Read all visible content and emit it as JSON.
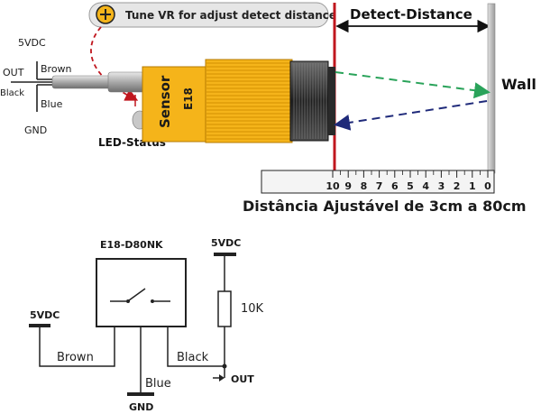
{
  "top": {
    "tune_label": "Tune VR for adjust detect distance",
    "detect_distance_label": "Detect-Distance",
    "wall_label": "Wall",
    "sensor_label": "Sensor",
    "model_short": "E18",
    "led_status_label": "LED-Status",
    "wires": {
      "vdc_label": "5VDC",
      "out_label": "OUT",
      "brown_label": "Brown",
      "black_label": "Black",
      "blue_label": "Blue",
      "gnd_label": "GND"
    },
    "ruler_ticks": [
      "10",
      "9",
      "8",
      "7",
      "6",
      "5",
      "4",
      "3",
      "2",
      "1",
      "0"
    ],
    "caption": "Distância Ajustável de 3cm a 80cm"
  },
  "circuit": {
    "module_label": "E18-D80NK",
    "vdc_left": "5VDC",
    "vdc_right": "5VDC",
    "brown": "Brown",
    "blue": "Blue",
    "black": "Black",
    "resistor": "10K",
    "out": "OUT",
    "gnd": "GND"
  },
  "colors": {
    "sensor_body": "#f5b41a",
    "sensor_stripe": "#d48f00",
    "detect_line": "#c0161e",
    "wall": "#b9b9b9",
    "emit_arrow": "#2aa35a",
    "return_arrow": "#1f2a7a"
  }
}
